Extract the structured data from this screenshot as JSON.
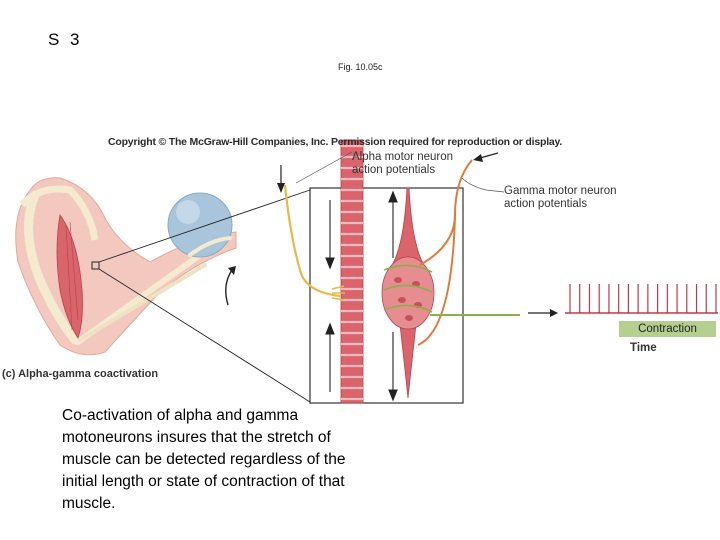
{
  "slide": {
    "number": "S 3"
  },
  "figure": {
    "fig_label": "Fig. 10.05c",
    "copyright": "Copyright © The McGraw-Hill Companies, Inc. Permission required for reproduction or display.",
    "alpha_label": [
      "Alpha motor neuron",
      "action potentials"
    ],
    "gamma_label": [
      "Gamma motor neuron",
      "action potentials"
    ],
    "panel_label": "(c)  Alpha-gamma coactivation",
    "contraction_label": "Contraction",
    "time_label": "Time",
    "colors": {
      "muscle": "#d9646b",
      "nerve_alpha": "#e8b94a",
      "nerve_gamma": "#e07a3a",
      "sensory": "#8ab04a",
      "contraction_box": "#b4cf8f",
      "spike": "#c0394a"
    },
    "spike_count": 16
  },
  "caption": "Co-activation of alpha and gamma motoneurons insures that the stretch of muscle can be detected regardless of the initial length or state of contraction of that muscle."
}
